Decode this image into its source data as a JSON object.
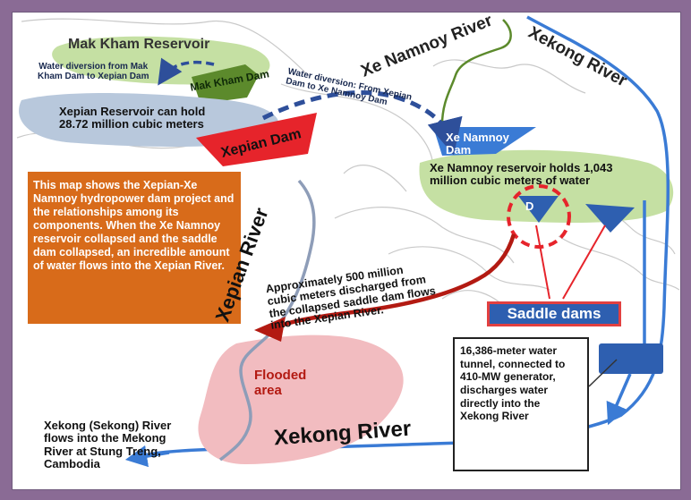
{
  "title_mak_kham_reservoir": "Mak Kham Reservoir",
  "mak_kham_diversion": "Water diversion from Mak\nKham Dam to Xepian Dam",
  "mak_kham_dam": "Mak Kham Dam",
  "xepian_reservoir": "Xepian Reservoir can hold\n28.72 million cubic meters",
  "xepian_dam": "Xepian Dam",
  "xepian_diversion": "Water diversion: From Xepian\nDam to Xe Namnoy Dam",
  "xe_namnoy_river": "Xe Namnoy River",
  "xekong_river_top": "Xekong River",
  "xe_namnoy_dam": "Xe Namnoy\nDam",
  "xe_namnoy_reservoir": "Xe Namnoy reservoir holds 1,043\nmillion cubic meters of water",
  "dam_marker": "D",
  "info_box": "This map shows the Xepian-Xe Namnoy hydropower dam project and the relationships among its components. When the Xe Namnoy reservoir collapsed and the saddle dam collapsed, an incredible amount of water flows into the Xepian River.",
  "xepian_river": "Xepian River",
  "discharge_note": "Approximately 500 million\ncubic meters discharged from\nthe collapsed saddle dam flows\ninto the Xepian River.",
  "saddle_dams": "Saddle dams",
  "flooded_area": "Flooded\narea",
  "tunnel_box": "16,386-meter water tunnel, connected to 410-MW generator, discharges water directly into the Xekong River",
  "xekong_river_bottom": "Xekong River",
  "mekong_note": "Xekong (Sekong) River\nflows into the Mekong\nRiver at Stung Treng,\nCambodia",
  "colors": {
    "background": "#8a6b95",
    "reservoir_green": "#c5e0a3",
    "xepian_reservoir": "#b8c8dc",
    "river_blue": "#3a7bd5",
    "dam_red": "#e6242b",
    "flood_pink": "#f2bcc0",
    "info_orange": "#d86b1a",
    "discharge_red": "#b31a12",
    "namnoy_green": "#5c8a2c"
  }
}
